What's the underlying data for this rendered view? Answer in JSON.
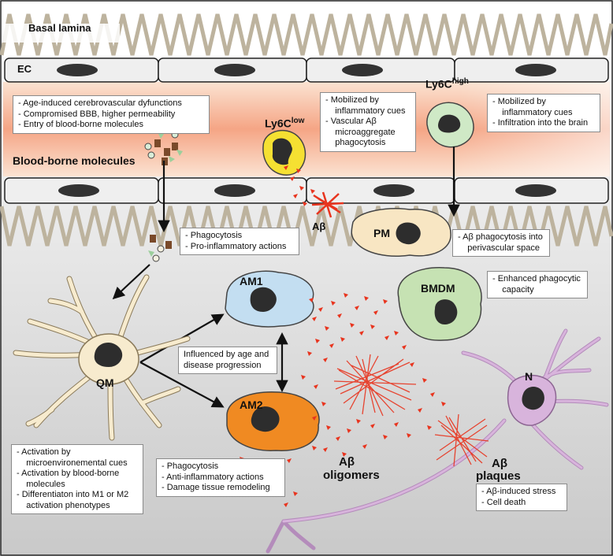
{
  "labels": {
    "basal_lamina": "Basal lamina",
    "ec": "EC",
    "blood_borne": "Blood-borne molecules",
    "ly6c_low": "Ly6C",
    "ly6c_low_sup": "low",
    "ly6c_high": "Ly6C",
    "ly6c_high_sup": "high",
    "abeta": "Aβ",
    "pm": "PM",
    "qm": "QM",
    "am1": "AM1",
    "am2": "AM2",
    "bmdm": "BMDM",
    "n": "N",
    "oligomers_1": "Aβ",
    "oligomers_2": "oligomers",
    "plaques_1": "Aβ",
    "plaques_2": "plaques"
  },
  "boxes": {
    "vascular": [
      "- Age-induced cerebrovascular dyfunctions",
      "- Compromised BBB, higher permeability",
      "- Entry of blood-borne molecules"
    ],
    "ly6c_low": [
      "- Mobilized by",
      "  inflammatory cues",
      "- Vascular Aβ",
      "  microaggregate",
      "  phagocytosis"
    ],
    "ly6c_high": [
      "- Mobilized by",
      "  inflammatory cues",
      "- Infiltration into the brain"
    ],
    "phago_proinf": [
      "- Phagocytosis",
      "- Pro-inflammatory actions"
    ],
    "pm": [
      "- Aβ phagocytosis into",
      "  perivascular space"
    ],
    "bmdm": [
      "- Enhanced phagocytic",
      "  capacity"
    ],
    "age": [
      "Influenced by age and",
      "disease progression"
    ],
    "qm": [
      "- Activation by",
      "  microenvironemental cues",
      "- Activation by blood-borne",
      "  molecules",
      "- Differentiaton into M1 or M2",
      "  activation phenotypes"
    ],
    "am2": [
      "- Phagocytosis",
      "- Anti-inflammatory actions",
      "- Damage tissue remodeling"
    ],
    "neuron": [
      "- Aβ-induced stress",
      "- Cell death"
    ]
  },
  "colors": {
    "qm": "#f7ebce",
    "am1": "#c3def1",
    "am2": "#f08a22",
    "bmdm": "#c6e2b3",
    "pm": "#f8e6c3",
    "ly6c_low": "#f5e032",
    "ly6c_high": "#cfe9c6",
    "neuron": "#d8b4dc",
    "amyloid": "#e8341e"
  }
}
